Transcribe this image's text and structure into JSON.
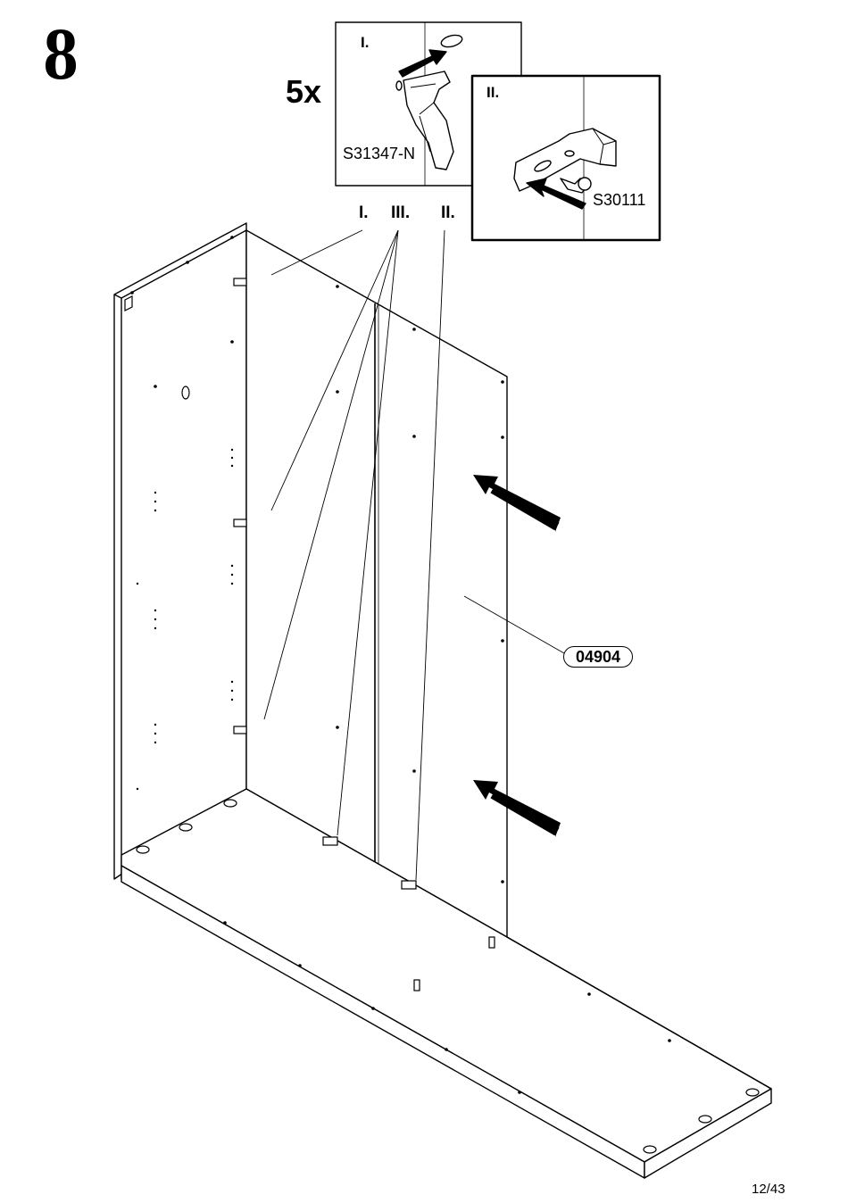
{
  "step": {
    "number": "8",
    "quantity": "5x"
  },
  "inset_1": {
    "label": "I.",
    "part_code": "S31347-N"
  },
  "inset_2": {
    "label": "II.",
    "part_code": "S30111"
  },
  "callouts": [
    "I.",
    "III.",
    "II."
  ],
  "panel_part_number": "04904",
  "page_number": "12/43"
}
